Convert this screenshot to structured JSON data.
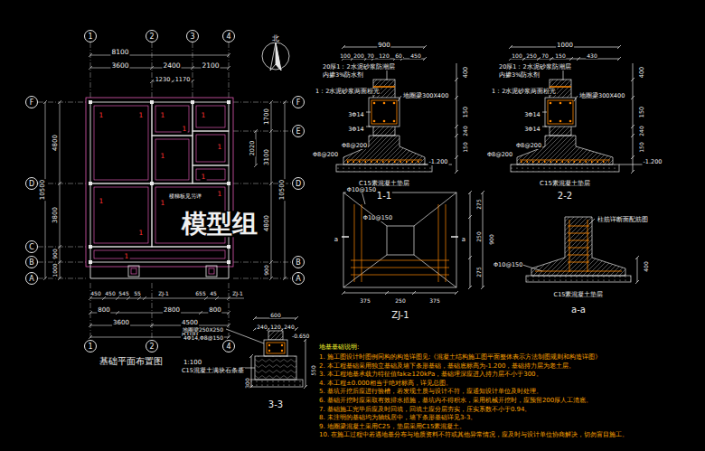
{
  "diagram": {
    "nodes": [
      {
        "text": [
          "1"
        ]
      },
      {
        "text": [
          "2"
        ]
      },
      {
        "text": [
          "3"
        ]
      },
      {
        "text": [
          "4"
        ]
      },
      {
        "text": [
          "1"
        ]
      },
      {
        "text": [
          "2"
        ]
      },
      {
        "text": [
          "4"
        ]
      },
      {
        "text": [
          "F"
        ]
      },
      {
        "text": [
          "D"
        ]
      },
      {
        "text": [
          "C"
        ]
      },
      {
        "text": [
          "B"
        ]
      },
      {
        "text": [
          "A"
        ]
      },
      {
        "text": [
          "F"
        ]
      },
      {
        "text": [
          "E"
        ]
      },
      {
        "text": [
          "D"
        ]
      },
      {
        "text": [
          "B"
        ]
      },
      {
        "text": [
          "A"
        ]
      }
    ],
    "labels": [
      "8100",
      "3600",
      "2400",
      "2100",
      "1230",
      "1170",
      "4800",
      "10500",
      "3800",
      "900",
      "1000",
      "1700",
      "2020",
      "3100",
      "10500",
      "4800",
      "900",
      "450",
      "450",
      "545",
      "55",
      "ZJ-1",
      "655",
      "45",
      "ZJ-1",
      "800",
      "2800",
      "800",
      "3600",
      "4500",
      "8100",
      "1",
      "1",
      "1",
      "1",
      "1",
      "1",
      "1",
      "1",
      "1",
      "1",
      "1",
      "1",
      "1",
      "楼梯板见另详",
      "北",
      "基础平面布置图",
      "1:100",
      "模型组",
      "900",
      "100",
      "200",
      "70",
      "120",
      "60",
      "450",
      "20厚1：2水泥砂浆防潮层",
      "内掺3%防水剂",
      "1：2水泥砂浆两面粉光",
      "地圈梁300X400",
      "3Φ14",
      "3Φ14",
      "Φ8@200",
      "Φ8@200",
      "400",
      "150",
      "240",
      "150",
      "-1.200",
      "C15素混凝土垫层",
      "1-1",
      "1000",
      "100",
      "250",
      "70",
      "150",
      "430",
      "20厚1：2水泥砂浆防潮层",
      "内掺3%防水剂",
      "1：2水泥砂浆两面粉光",
      "地圈梁300X400",
      "3Φ14",
      "3Φ14",
      "Φ8@200",
      "Φ8@200",
      "400",
      "150",
      "240",
      "150",
      "-1.200",
      "C15素混凝土垫层",
      "2-2",
      "Φ10@150",
      "Φ10@150",
      "a",
      "a",
      "275",
      "250",
      "275",
      "900",
      "375",
      "250",
      "375",
      "ZJ-1",
      "柱筋详断面配筋图",
      "Φ10@150",
      "C15素混凝土垫层",
      "a-a",
      "400",
      "600",
      "240",
      "120",
      "240",
      "-0.650",
      "地圈梁250X250",
      "4Φ14,Φ8@150",
      "C15混凝土满块石条基",
      "300",
      "550",
      "3-3",
      "地基基础说明:",
      "1. 施工图设计时图例同构的构造详图见:《混凝土结构施工图平面整体表示方法制图规则和构造详图》",
      "2. 本工程基础采用独立基础及墙下条形基础，基础底标高为-1.200，基础持力层为老土层。",
      "3. 本工程地基承载力特征值fak≥120kPa，基础埋深应进入持力层不小于300。",
      "4. 本工程±0.000相当于绝对标高，详见总图。",
      "5. 基坑开挖后应进行验槽，若发现土质与设计不符，应通知设计单位及时处理。",
      "6. 基础开挖时应采取有效排水措施，基坑内不得积水，采用机械开挖时，应预留200厚人工清底。",
      "7. 基础施工完毕后应及时回填，回填土应分层夯实，压实系数不小于0.94。",
      "8. 未注明的基础均为轴线居中，墙下条形基础详见3-3。",
      "9. 地圈梁混凝土采用C25，垫层采用C15素混凝土。",
      "10. 在施工过程中若遇地基分布与地质资料不符或其他异常情况，应及时与设计单位协商解决，切勿盲目施工。"
    ]
  }
}
